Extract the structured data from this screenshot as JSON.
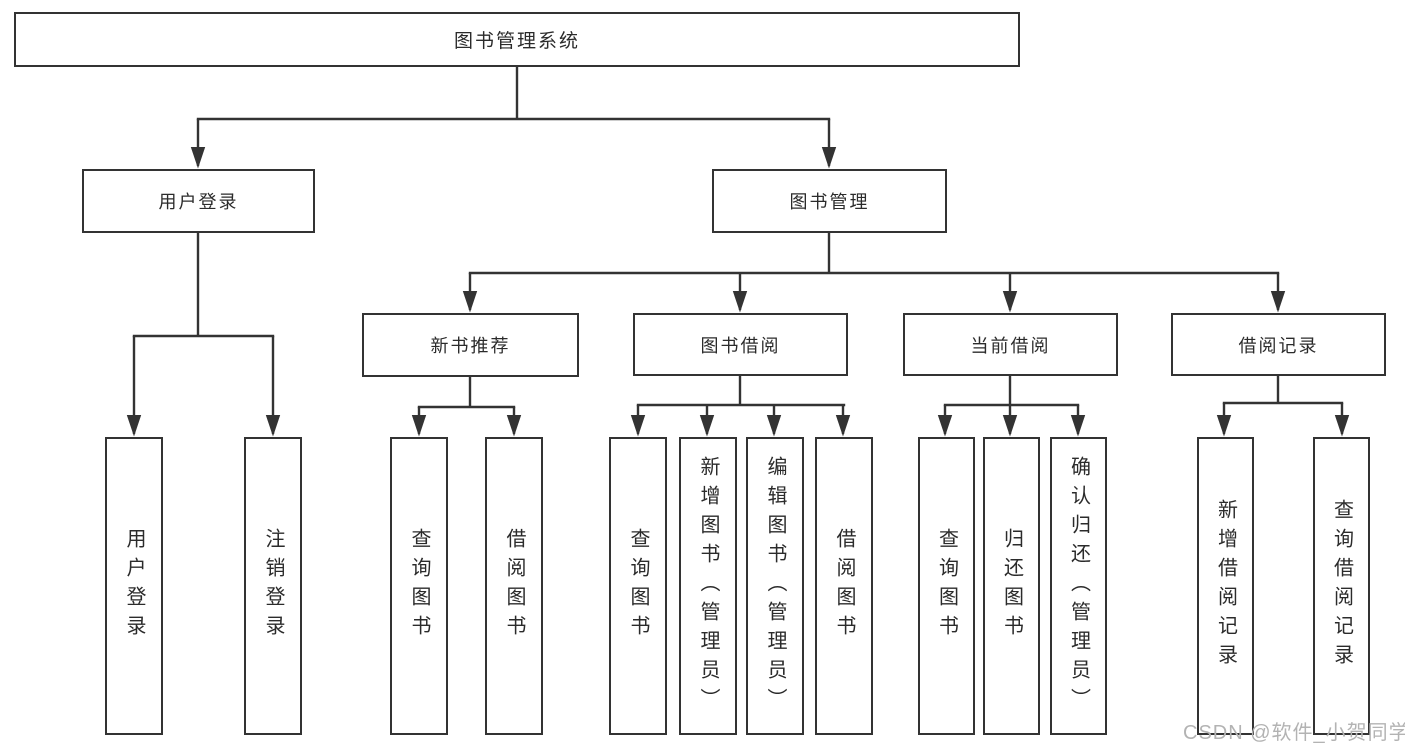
{
  "page": {
    "background": "#ffffff",
    "watermark": "CSDN @软件_小贺同学",
    "colors": {
      "line": "#333333",
      "box_border": "#333333",
      "text": "#2b2b2b",
      "watermark_text": "#b3b3b3"
    }
  },
  "tree": {
    "root": {
      "label": "图书管理系统"
    },
    "branches": [
      {
        "label": "用户登录",
        "children": [
          {
            "label": "用户登录"
          },
          {
            "label": "注销登录"
          }
        ]
      },
      {
        "label": "图书管理",
        "children": [
          {
            "label": "新书推荐",
            "children": [
              {
                "label": "查询图书"
              },
              {
                "label": "借阅图书"
              }
            ]
          },
          {
            "label": "图书借阅",
            "children": [
              {
                "label": "查询图书"
              },
              {
                "label": "新增图书（管理员）"
              },
              {
                "label": "编辑图书（管理员）"
              },
              {
                "label": "借阅图书"
              }
            ]
          },
          {
            "label": "当前借阅",
            "children": [
              {
                "label": "查询图书"
              },
              {
                "label": "归还图书"
              },
              {
                "label": "确认归还（管理员）"
              }
            ]
          },
          {
            "label": "借阅记录",
            "children": [
              {
                "label": "新增借阅记录"
              },
              {
                "label": "查询借阅记录"
              }
            ]
          }
        ]
      }
    ]
  }
}
